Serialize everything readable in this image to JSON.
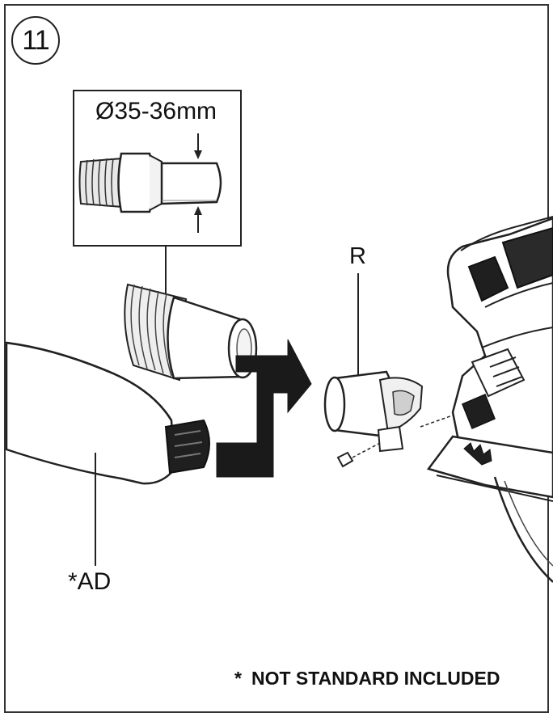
{
  "step": {
    "number": "11"
  },
  "labels": {
    "diameter": "Ø35-36mm",
    "adapter_part": "R",
    "accessory": "*AD"
  },
  "note": {
    "asterisk": "*",
    "text": "NOT STANDARD INCLUDED"
  },
  "icons": {
    "step_badge": "circled-number",
    "arrow": "insert-direction-arrow"
  },
  "colors": {
    "line": "#222222",
    "fill": "#ffffff",
    "shade": "#d0d0d0",
    "dark": "#1a1a1a"
  }
}
